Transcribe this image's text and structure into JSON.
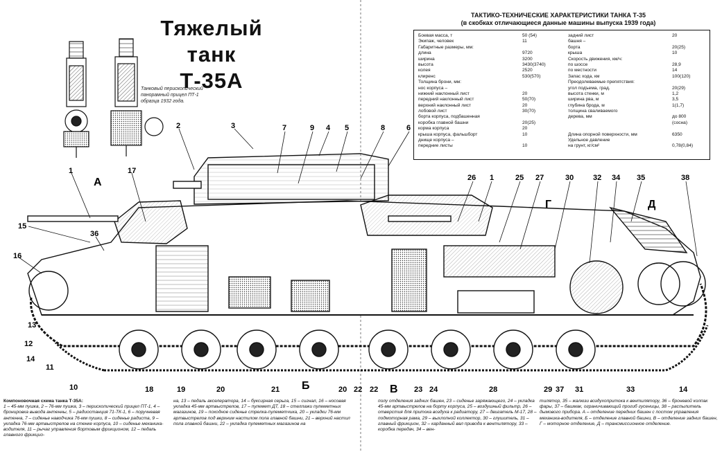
{
  "title": {
    "line1": "Тяжелый танк",
    "line2": "Т-35А"
  },
  "scope_caption": "Танковый перископический панорамный прицел ПТ-1 образца 1932 года.",
  "specs": {
    "title_line1": "ТАКТИКО-ТЕХНИЧЕСКИЕ ХАРАКТЕРИСТИКИ ТАНКА Т-35",
    "title_line2": "(в скобках отличающиеся данные машины выпуска 1939 года)",
    "left": [
      {
        "label": "Боевая масса, т",
        "value": "50 (54)"
      },
      {
        "label": "Экипаж, человек",
        "value": "11"
      },
      {
        "label": "Габаритные размеры, мм:",
        "value": ""
      },
      {
        "label": "длина",
        "value": "9720"
      },
      {
        "label": "ширина",
        "value": "3200"
      },
      {
        "label": "высота",
        "value": "3430(3740)"
      },
      {
        "label": "колея",
        "value": "2520"
      },
      {
        "label": "клиренс",
        "value": "530(570)"
      },
      {
        "label": "Толщина брони, мм:",
        "value": ""
      },
      {
        "label": "нос корпуса –",
        "value": ""
      },
      {
        "label": "нижний наклонный лист",
        "value": "20"
      },
      {
        "label": "передний наклонный лист",
        "value": "50(70)"
      },
      {
        "label": "верхний наклонный лист",
        "value": "20"
      },
      {
        "label": "лобовой лист",
        "value": "30(70)"
      },
      {
        "label": "борта корпуса, подбашенная",
        "value": ""
      },
      {
        "label": "коробка главной башни",
        "value": "20(25)"
      },
      {
        "label": "корма корпуса",
        "value": "20"
      },
      {
        "label": "крыша корпуса, фальшборт",
        "value": "10"
      },
      {
        "label": "днище корпуса –",
        "value": ""
      },
      {
        "label": "передние листы",
        "value": "10"
      }
    ],
    "right": [
      {
        "label": "задний лист",
        "value": "20"
      },
      {
        "label": "башня –",
        "value": ""
      },
      {
        "label": "борта",
        "value": "20(25)"
      },
      {
        "label": "крыша",
        "value": "10"
      },
      {
        "label": "Скорость движения, км/ч:",
        "value": ""
      },
      {
        "label": "по шоссе",
        "value": "28,9"
      },
      {
        "label": "по местности",
        "value": "14"
      },
      {
        "label": "Запас хода, км",
        "value": "100(120)"
      },
      {
        "label": "Преодолеваемые препятствия:",
        "value": ""
      },
      {
        "label": "угол подъема, град.",
        "value": "20(29)"
      },
      {
        "label": "высота стенки, м",
        "value": "1,2"
      },
      {
        "label": "ширина рва, м",
        "value": "3,5"
      },
      {
        "label": "глубина брода, м",
        "value": "1(1,7)"
      },
      {
        "label": "толщина сваливаемого",
        "value": ""
      },
      {
        "label": "дерева, мм",
        "value": "до 800"
      },
      {
        "label": "",
        "value": "(сосна)"
      },
      {
        "label": "",
        "value": ""
      },
      {
        "label": "Длина опорной поверхности, мм",
        "value": "6350"
      },
      {
        "label": "Удельное давление",
        "value": ""
      },
      {
        "label": "на грунт, кг/см²",
        "value": "0,78(0,84)"
      }
    ]
  },
  "callouts": {
    "top": [
      "2",
      "3",
      "7",
      "9",
      "4",
      "5",
      "8",
      "6"
    ],
    "top_right": [
      "26",
      "1",
      "25",
      "27",
      "30",
      "32",
      "34",
      "35",
      "38"
    ],
    "left": [
      "1",
      "17",
      "15",
      "36",
      "16",
      "13",
      "12",
      "14",
      "11",
      "10"
    ],
    "bottom": [
      "18",
      "19",
      "20",
      "21",
      "20",
      "22",
      "22",
      "23",
      "24",
      "28",
      "29",
      "37",
      "31",
      "33",
      "14"
    ],
    "sections": [
      "А",
      "Б",
      "В",
      "Г",
      "Д"
    ]
  },
  "caption": {
    "heading": "Компоновочная схема танка Т-35А:",
    "col1": "1 – 45-мм пушка, 2 – 76-мм пушка, 3 – перископический прицел ПТ-1, 4 – бронировка вывода антенны, 5 – радиостанция 71-ТК-1, 6 – поручневая антенна, 7 – сиденье наводчика 76-мм пушки, 8 – сиденье радиста, 9 – укладка 76-мм артвыстрелов на стенке корпуса, 10 – сиденье механика-водителя, 11 – рычаг управления бортовым фрикционом, 12 – педаль главного фрикцио-",
    "col2": "на, 13 – педаль акселератора, 14 – буксирная серьга, 15 – сигнал, 16 – носовая укладка 45-мм артвыстрелов, 17 – пулемет ДТ, 18 – стеллажи пулеметных магазинов, 19 – походное сиденье стрелка-пулеметчика, 20 – укладки 76-мм артвыстрелов под верхним настилом пола главной башни, 21 – верхний настил пола главной башни, 22 – укладка пулеметных магазинов на",
    "col3": "полу отделения задних башен, 23 – сиденье заряжающего, 24 – укладка 45-мм артвыстрелов на борту корпуса, 25 – воздушный фильтр, 26 – отверстия для притока воздуха к радиатору, 27 – двигатель М-17, 28 – подмоторная рама, 29 – выхлопной коллектор, 30 – глушитель, 31 – главный фрикцион, 32 – карданный вал привода к вентилятору, 33 – коробка передач, 34 – вен-",
    "col4": "тилятор, 35 – жалюзи воздухопритока к вентилятору, 36 – броневой колпак фары, 37 – башмак, ограничивающий прогиб гусеницы, 38 – распылитель дымового прибора. А – отделение передних башен с постом управления механика-водителя, Б – отделение главной башни, В – отделение задних башен, Г – моторное отделение, Д – трансмиссионное отделение."
  }
}
